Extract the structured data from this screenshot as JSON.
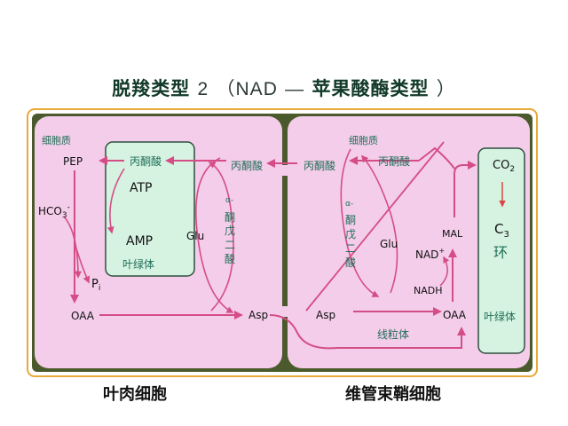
{
  "title": {
    "prefix": "脱羧类型",
    "number": "2",
    "paren_open": "（NAD",
    "dash": "—",
    "enzyme": "苹果酸酶类型",
    "paren_close": "）"
  },
  "mesophyll": {
    "cytoplasm": "细胞质",
    "chloroplast": "叶绿体",
    "pep": "PEP",
    "hco3": "HCO",
    "hco3_sub": "3",
    "hco3_sup": "-",
    "pi": "P",
    "pi_sub": "i",
    "oaa": "OAA",
    "atp": "ATP",
    "amp": "AMP",
    "pyruvate_in_chl": "丙酮酸",
    "pyruvate_out": "丙酮酸",
    "glu": "Glu",
    "akg": [
      "α-",
      "酮",
      "戊",
      "二",
      "酸"
    ],
    "asp": "Asp",
    "cell_label": "叶肉细胞"
  },
  "bundle_sheath": {
    "cytoplasm": "细胞质",
    "pyruvate_left": "丙酮酸",
    "pyruvate_top": "丙酮酸",
    "akg": [
      "α-",
      "酮",
      "戊",
      "二",
      "酸"
    ],
    "glu": "Glu",
    "mal": "MAL",
    "nad": "NAD",
    "nad_sup": "+",
    "nadh": "NADH",
    "asp": "Asp",
    "oaa": "OAA",
    "mitochondria": "线粒体",
    "co2": "CO",
    "co2_sub": "2",
    "c3": "C",
    "c3_sub": "3",
    "c3_ring": "环",
    "chloroplast": "叶绿体",
    "cell_label": "维管束鞘细胞"
  },
  "colors": {
    "outer_frame": "#e8a93a",
    "cell_fill": "#f4cdea",
    "chloroplast_fill": "#d6f3e2",
    "arrow": "#d44d86",
    "label_green": "#1f6e57"
  }
}
